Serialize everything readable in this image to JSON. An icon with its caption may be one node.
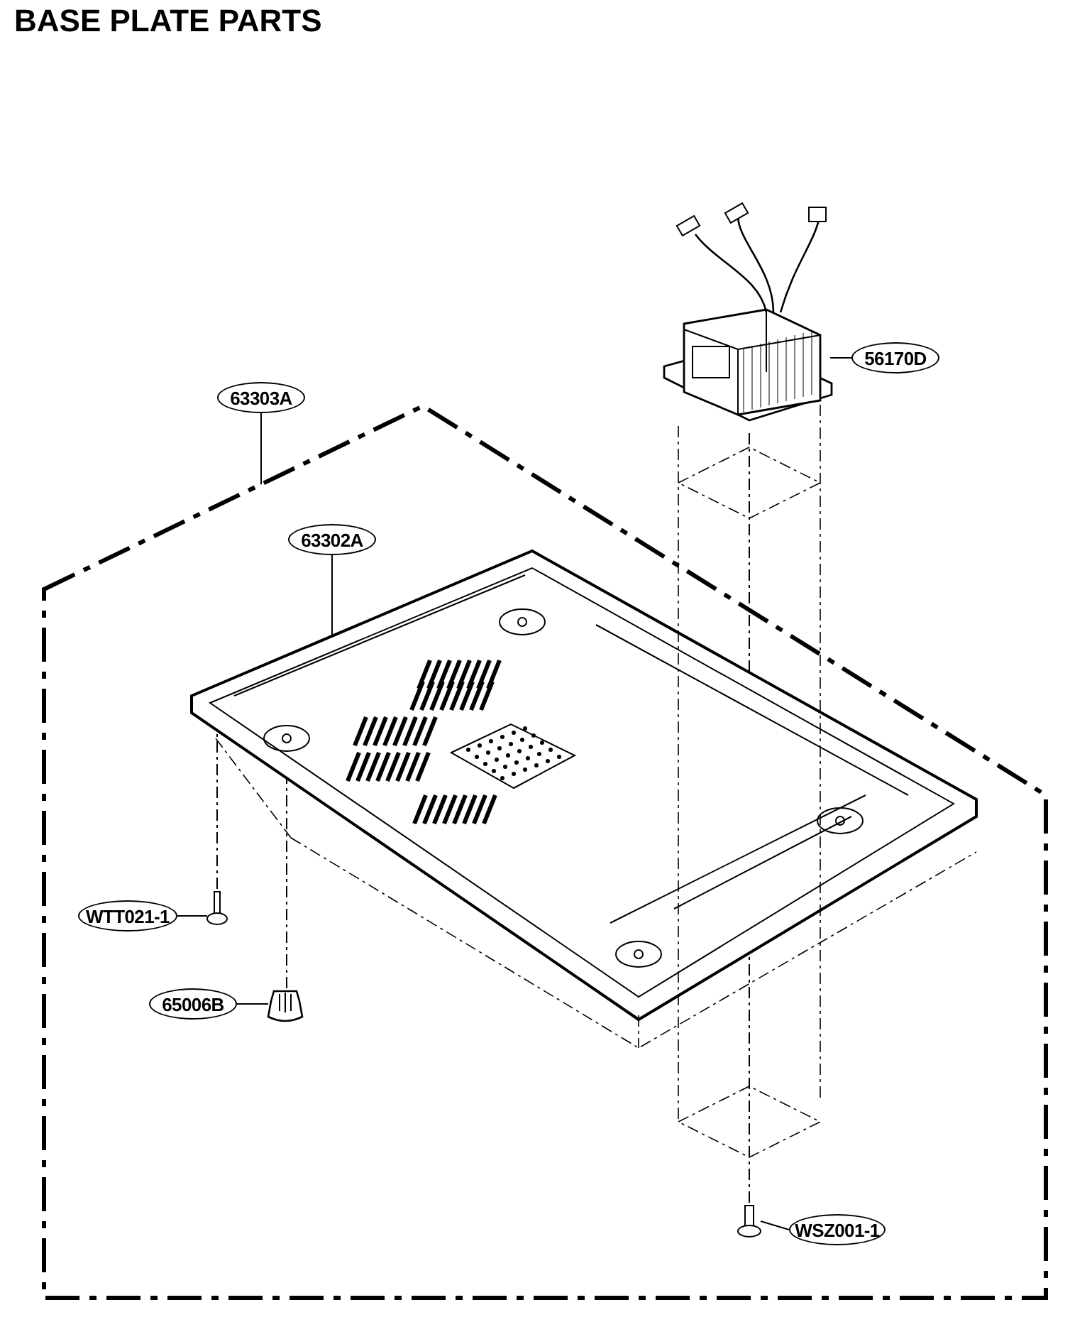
{
  "diagram": {
    "title": "BASE PLATE PARTS",
    "nodes": [
      {
        "text": [
          "56170D"
        ]
      },
      {
        "text": [],
        "shape": "picture"
      },
      {
        "text": [
          "63303A"
        ]
      },
      {
        "text": [],
        "shape": "box"
      },
      {
        "text": [
          "63302A"
        ],
        "in": 3
      },
      {
        "text": [],
        "shape": "picture",
        "in": 3
      },
      {
        "text": [
          "WTT021-1"
        ],
        "in": 3
      },
      {
        "text": [],
        "shape": "picture",
        "in": 3
      },
      {
        "text": [
          "65006B"
        ],
        "in": 3
      },
      {
        "text": [],
        "shape": "picture",
        "in": 3
      },
      {
        "text": [
          "WSZ001-1"
        ],
        "in": 3
      },
      {
        "text": [],
        "shape": "picture",
        "in": 3
      }
    ],
    "edges": [
      {
        "from": 0,
        "to": 1,
        "arrow": "none"
      },
      {
        "from": 2,
        "to": 3,
        "arrow": "none"
      },
      {
        "from": 4,
        "to": 5,
        "arrow": "none"
      },
      {
        "from": 6,
        "to": 7,
        "arrow": "none"
      },
      {
        "from": 8,
        "to": 9,
        "arrow": "none"
      },
      {
        "from": 10,
        "to": 11,
        "arrow": "none"
      },
      {
        "from": 1,
        "to": 5,
        "arrow": "none",
        "style": "dashed"
      },
      {
        "from": 7,
        "to": 5,
        "arrow": "none",
        "style": "dashed"
      },
      {
        "from": 9,
        "to": 5,
        "arrow": "none",
        "style": "dashed"
      },
      {
        "from": 11,
        "to": 5,
        "arrow": "none",
        "style": "dashed"
      }
    ]
  }
}
